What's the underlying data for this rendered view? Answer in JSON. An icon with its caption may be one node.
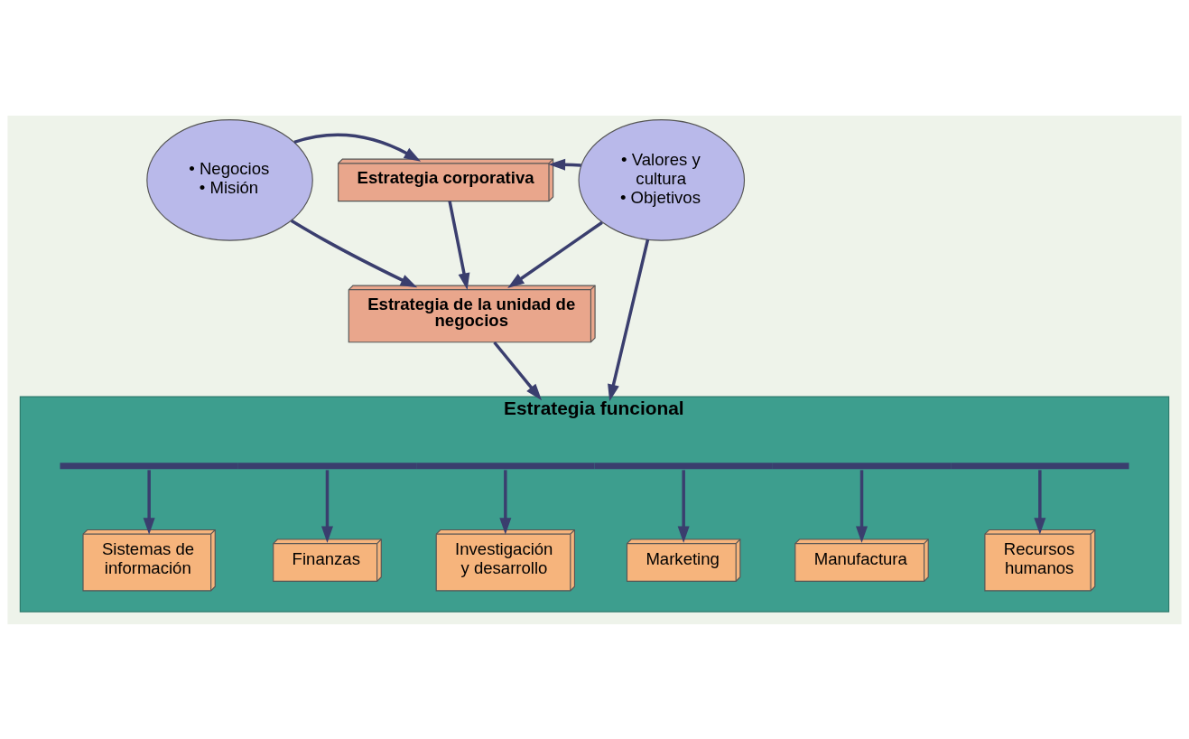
{
  "diagram": {
    "nodes": [
      {
        "text": [
          "• Negocios",
          "• Misión"
        ]
      },
      {
        "text": [
          "Estrategia corporativa"
        ]
      },
      {
        "text": [
          "• Valores y cultura",
          "• Objetivos"
        ]
      },
      {
        "text": [
          "Estrategia de la unidad de negocios"
        ]
      },
      {
        "text": [
          "Estrategia funcional"
        ]
      },
      {
        "text": [],
        "shape": "bar",
        "in": 4
      },
      {
        "text": [
          "Sistemas de información"
        ],
        "in": 4
      },
      {
        "text": [
          "Finanzas"
        ],
        "in": 4
      },
      {
        "text": [
          "Investigación y desarrollo"
        ],
        "in": 4
      },
      {
        "text": [
          "Marketing"
        ],
        "in": 4
      },
      {
        "text": [
          "Manufactura"
        ],
        "in": 4
      },
      {
        "text": [
          "Recursos humanos"
        ],
        "in": 4
      }
    ],
    "edges": [
      {
        "from": 0,
        "to": 1,
        "arrow": "to"
      },
      {
        "from": 2,
        "to": 1,
        "arrow": "to"
      },
      {
        "from": 1,
        "to": 3,
        "arrow": "to"
      },
      {
        "from": 0,
        "to": 3,
        "arrow": "to"
      },
      {
        "from": 2,
        "to": 3,
        "arrow": "to"
      },
      {
        "from": 3,
        "to": 4,
        "arrow": "to"
      },
      {
        "from": 2,
        "to": 4,
        "arrow": "to"
      },
      {
        "from": 5,
        "to": 6,
        "arrow": "to"
      },
      {
        "from": 5,
        "to": 7,
        "arrow": "to"
      },
      {
        "from": 5,
        "to": 8,
        "arrow": "to"
      },
      {
        "from": 5,
        "to": 9,
        "arrow": "to"
      },
      {
        "from": 5,
        "to": 10,
        "arrow": "to"
      },
      {
        "from": 5,
        "to": 11,
        "arrow": "to"
      }
    ]
  }
}
